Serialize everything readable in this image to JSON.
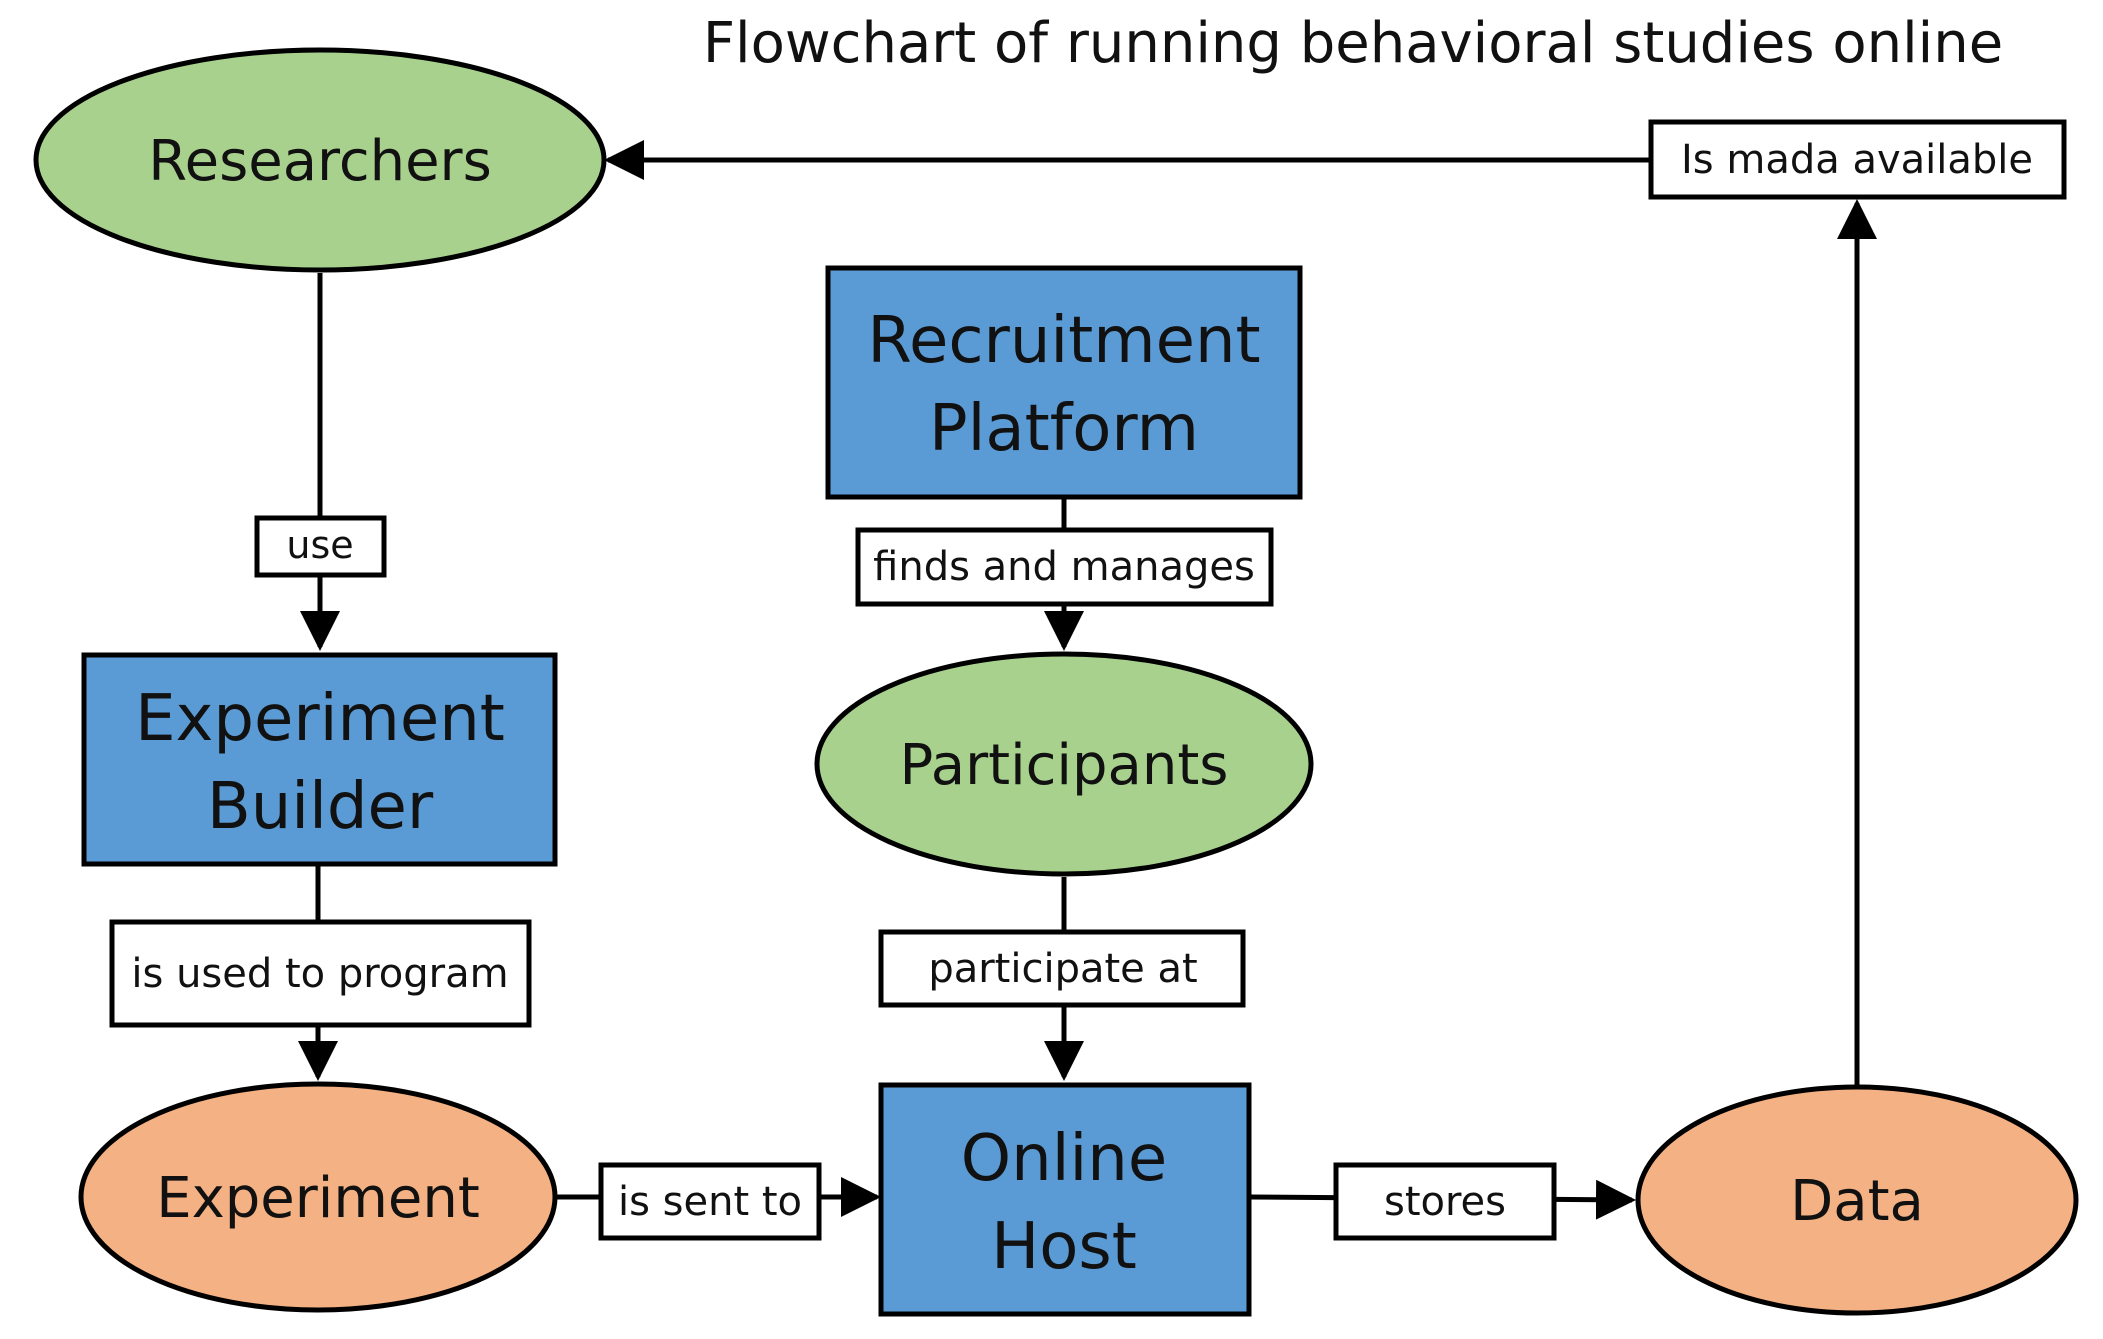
{
  "title": "Flowchart of running behavioral studies online",
  "colors": {
    "ellipse_green": "#a9d18e",
    "ellipse_orange": "#f4b183",
    "box_blue": "#5b9bd5",
    "stroke": "#000000",
    "label_fill": "#ffffff"
  },
  "nodes": {
    "researchers": {
      "label": "Researchers"
    },
    "recruitment_platform": {
      "line1": "Recruitment",
      "line2": "Platform"
    },
    "experiment_builder": {
      "line1": "Experiment",
      "line2": "Builder"
    },
    "participants": {
      "label": "Participants"
    },
    "experiment": {
      "label": "Experiment"
    },
    "online_host": {
      "line1": "Online",
      "line2": "Host"
    },
    "data": {
      "label": "Data"
    }
  },
  "edges": {
    "use": "use",
    "is_used_to_program": "is used to program",
    "finds_and_manages": "finds and manages",
    "participate_at": "participate at",
    "is_sent_to": "is sent to",
    "stores": "stores",
    "is_made_available": "Is mada available"
  }
}
